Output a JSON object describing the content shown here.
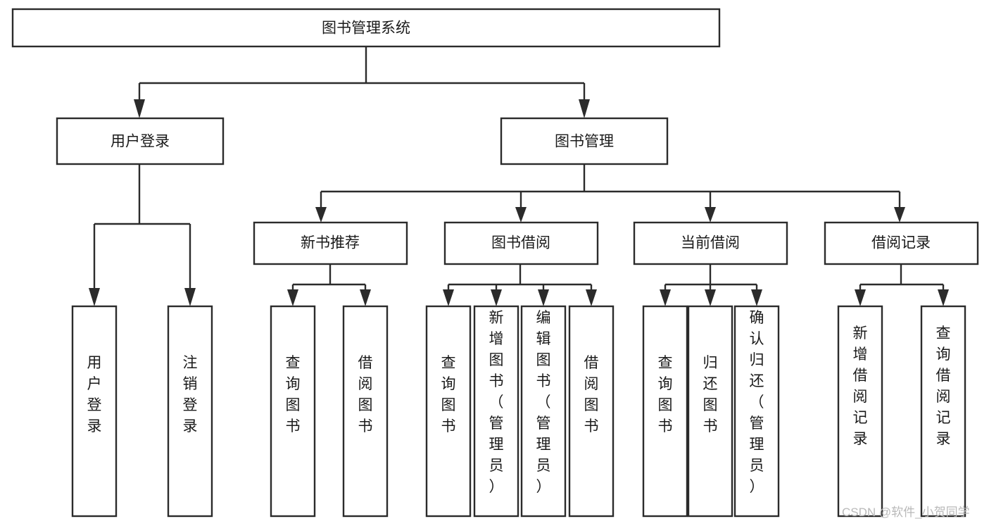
{
  "diagram": {
    "type": "tree-hierarchy-chart",
    "title": "图书管理系统",
    "watermark": "CSDN @软件_小贺同学",
    "colors": {
      "stroke": "#2b2b2b",
      "fill": "#ffffff",
      "text": "#1a1a1a",
      "watermark": "#b9b9b9",
      "background": "#ffffff"
    },
    "nodes": {
      "root": {
        "label": "图书管理系统"
      },
      "level2": [
        {
          "label": "用户登录"
        },
        {
          "label": "图书管理"
        }
      ],
      "level3": [
        {
          "label": "新书推荐"
        },
        {
          "label": "图书借阅"
        },
        {
          "label": "当前借阅"
        },
        {
          "label": "借阅记录"
        }
      ],
      "leaves": {
        "user_login": [
          {
            "label": "用户登录"
          },
          {
            "label": "注销登录"
          }
        ],
        "new_book_recommend": [
          {
            "label": "查询图书"
          },
          {
            "label": "借阅图书"
          }
        ],
        "book_borrow": [
          {
            "label": "查询图书"
          },
          {
            "label": "新增图书（管理员）"
          },
          {
            "label": "编辑图书（管理员）"
          },
          {
            "label": "借阅图书"
          }
        ],
        "current_borrow": [
          {
            "label": "查询图书"
          },
          {
            "label": "归还图书"
          },
          {
            "label": "确认归还（管理员）"
          }
        ],
        "borrow_record": [
          {
            "label": "新增借阅记录"
          },
          {
            "label": "查询借阅记录"
          }
        ]
      }
    }
  }
}
